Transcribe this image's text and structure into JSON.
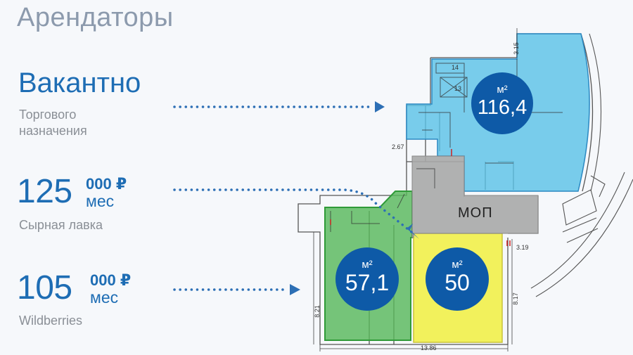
{
  "header": {
    "title": "Арендаторы"
  },
  "tenants": {
    "vacant": {
      "status": "Вакантно",
      "description_line1": "Торгового",
      "description_line2": "назначения"
    },
    "cheese": {
      "price_big": "125",
      "price_small": "000 ₽",
      "price_unit": "мес",
      "name": "Сырная лавка"
    },
    "wildberries": {
      "price_big": "105",
      "price_small": "000 ₽",
      "price_unit": "мес",
      "name": "Wildberries"
    }
  },
  "plan": {
    "mop_label": "МОП",
    "areas": [
      {
        "unit": "м²",
        "value": "116,4",
        "color": "#5bc2e7"
      },
      {
        "unit": "м²",
        "value": "57,1",
        "color": "#58b85c"
      },
      {
        "unit": "м²",
        "value": "50",
        "color": "#f2f04a"
      }
    ],
    "dimensions": {
      "d_315": "3.15",
      "d_267": "2.67",
      "d_319": "3.19",
      "d_817": "8.17",
      "d_821": "8.21",
      "d_1386": "13.86",
      "room_14": "14",
      "room_13": "13"
    }
  },
  "colors": {
    "accent": "#1e6db4",
    "circle": "#0e5aa7",
    "mop_gray": "#a8a8a8"
  }
}
